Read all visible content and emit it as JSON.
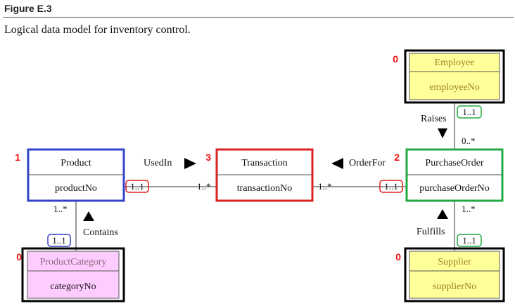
{
  "figure_label": "Figure E.3",
  "caption": "Logical data model for inventory control.",
  "colors": {
    "blue": "#3344cc",
    "red": "#dd2222",
    "green": "#22aa44",
    "black": "#000000",
    "yellow_fill": "#ffff99",
    "pink_fill": "#ffccff",
    "marker_red": "#ee1111"
  },
  "entities": {
    "product": {
      "name": "Product",
      "key": "productNo",
      "marker": "1"
    },
    "transaction": {
      "name": "Transaction",
      "key": "transactionNo",
      "marker": "3"
    },
    "purchase_order": {
      "name": "PurchaseOrder",
      "key": "purchaseOrderNo",
      "marker": "2"
    },
    "employee": {
      "name": "Employee",
      "key": "employeeNo",
      "marker": "0"
    },
    "product_category": {
      "name": "ProductCategory",
      "key": "categoryNo",
      "marker": "0"
    },
    "supplier": {
      "name": "Supplier",
      "key": "supplierNo",
      "marker": "0"
    }
  },
  "relationships": {
    "used_in": {
      "label": "UsedIn",
      "left_mult": "1..1",
      "right_mult": "1..*"
    },
    "order_for": {
      "label": "OrderFor",
      "left_mult": "1..*",
      "right_mult": "1..1"
    },
    "raises": {
      "label": "Raises",
      "top_mult": "1..1",
      "bottom_mult": "0..*"
    },
    "contains": {
      "label": "Contains",
      "top_mult": "1..*",
      "bottom_mult": "1..1"
    },
    "fulfills": {
      "label": "Fulfills",
      "top_mult": "1..*",
      "bottom_mult": "1..1"
    }
  }
}
